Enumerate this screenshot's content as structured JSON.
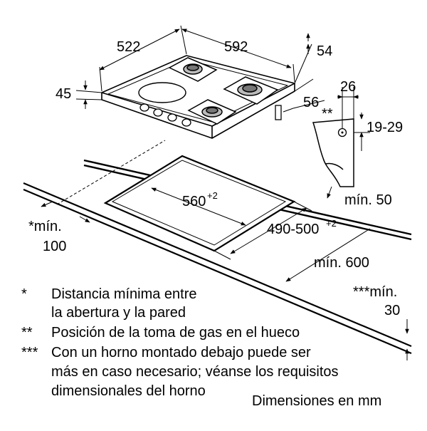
{
  "dimensions": {
    "depth_top": "522",
    "width_top": "592",
    "height_54": "54",
    "height_45": "45",
    "gas_56": "56",
    "gas_26": "26",
    "gas_stars": "**",
    "gas_range": "19-29",
    "cutout_width": "560",
    "cutout_width_tol": "+2",
    "cutout_depth": "490-500",
    "cutout_depth_tol": "+2",
    "min_50": "mín. 50",
    "min_600": "mín. 600",
    "min_100_prefix": "*mín.",
    "min_100_value": "100",
    "min_30_prefix": "***mín.",
    "min_30_value": "30"
  },
  "legend": {
    "items": [
      {
        "mark": "*",
        "line1": "Distancia mínima entre",
        "line2": "la abertura y la pared"
      },
      {
        "mark": "**",
        "line1": "Posición de la toma de gas en el hueco",
        "line2": ""
      },
      {
        "mark": "***",
        "line1": "Con un horno montado debajo puede ser",
        "line2": "más en caso necesario; véanse los requisitos",
        "line3": "dimensionales del horno"
      }
    ],
    "units_note": "Dimensiones en mm"
  }
}
